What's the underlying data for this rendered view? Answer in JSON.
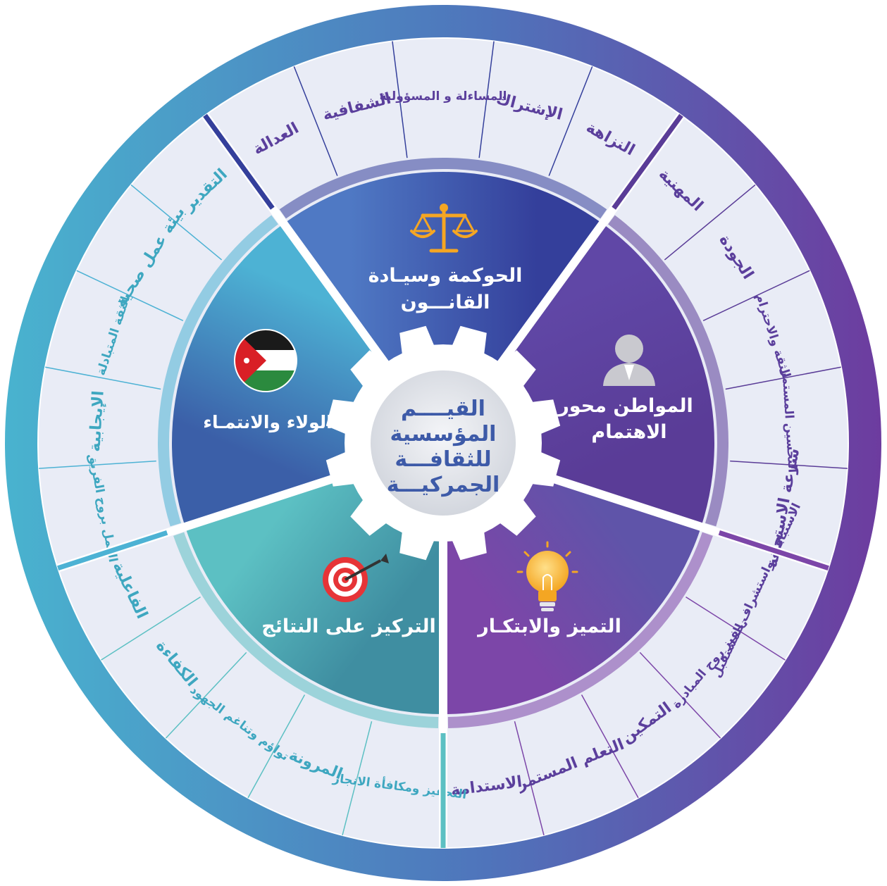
{
  "center": {
    "lines": [
      "القيــــم",
      "المؤسسية",
      "للثقافـــة",
      "الجمركيـــة"
    ]
  },
  "sectors": [
    {
      "key": "governance",
      "title_lines": [
        "الحوكمة وسيـادة",
        "القانـــون"
      ],
      "icon": "scales-of-justice-icon",
      "color": "#3a51a8",
      "values": [
        "العدالة",
        "الشفافية",
        "المساءلة و المسؤولية",
        "الإشتراك",
        "النزاهة"
      ]
    },
    {
      "key": "citizen",
      "title_lines": [
        "المواطن محور",
        "الاهتمام"
      ],
      "icon": "person-icon",
      "color": "#5d3f9e",
      "values": [
        "المهنية",
        "الجودة",
        "الثقة والاحترام",
        "التحسين المستمر",
        "سرعة الاستجابة"
      ]
    },
    {
      "key": "excellence",
      "title_lines": [
        "التميز والابتكـار"
      ],
      "icon": "light-bulb-icon",
      "color": "#7448a8",
      "values": [
        "الاستباقية واستشراف المستقبل",
        "تحفيز روح المبادرة",
        "التمكين",
        "التعلم المستمر",
        "الاستدامة"
      ]
    },
    {
      "key": "results",
      "title_lines": [
        "التركيز على النتائج"
      ],
      "icon": "target-dart-icon",
      "color": "#3c9aa5",
      "values": [
        "التحفيز ومكافأة الانجاز",
        "المرونة",
        "تواؤم وتناغم الجهود",
        "الكفاءة",
        "الفاعلية"
      ]
    },
    {
      "key": "loyalty",
      "title_lines": [
        "الولاء والانتمـاء"
      ],
      "icon": "jordan-flag-icon",
      "color": "#2f77b8",
      "values": [
        "العمل بروح الفريق",
        "الإيجابية",
        "الثقة المتبادلة",
        "بيئة عمل صحية",
        "التقدير"
      ]
    }
  ],
  "colors": {
    "value_band": "#e9ecf6",
    "outer_ring_start": "#4ab1cf",
    "outer_ring_end": "#6a3fa0",
    "gear": "#ffffff",
    "center_disc": "#e4e6ec",
    "center_text": "#3d5aa8"
  }
}
